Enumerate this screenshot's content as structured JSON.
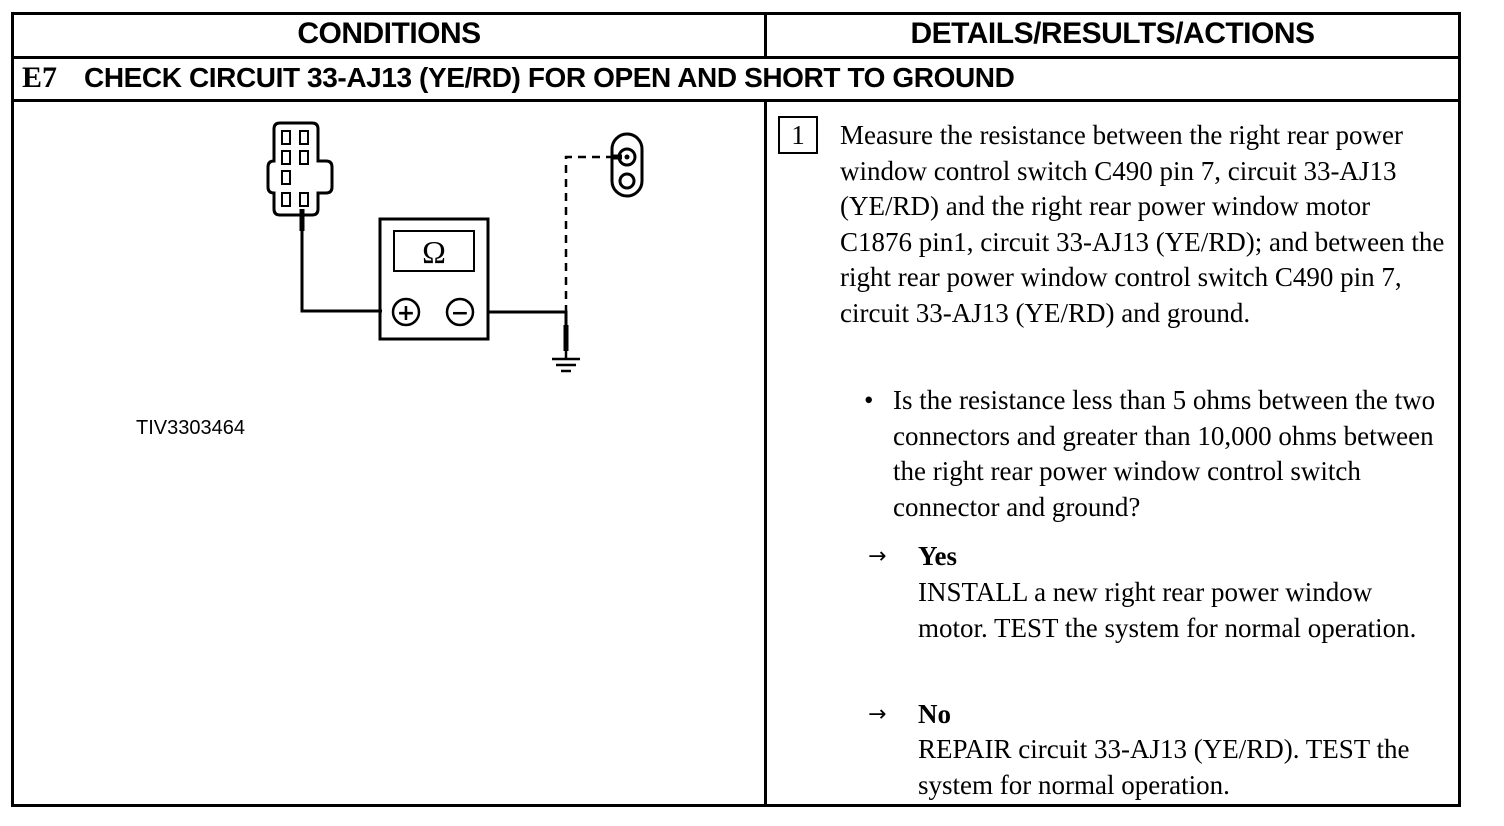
{
  "table": {
    "col_left_header": "CONDITIONS",
    "col_right_header": "DETAILS/RESULTS/ACTIONS",
    "step_id": "E7",
    "step_title": "CHECK CIRCUIT 33-AJ13 (YE/RD) FOR OPEN AND SHORT TO GROUND"
  },
  "diagram": {
    "figure_id": "TIV3303464",
    "meter_symbol": "Ω",
    "plus_symbol": "+",
    "minus_symbol": "−"
  },
  "procedure": {
    "step_number": "1",
    "instruction": "Measure the resistance between the right rear power window control switch C490 pin 7, circuit 33-AJ13 (YE/RD) and the right rear power window motor C1876 pin1, circuit 33-AJ13 (YE/RD); and between the right rear power window control switch C490 pin 7, circuit 33-AJ13 (YE/RD) and ground.",
    "bullet_symbol": "•",
    "question": "Is the resistance less than 5 ohms between the two connectors and greater than 10,000 ohms between the right rear power window control switch connector and ground?",
    "arrow_symbol": "→",
    "yes_label": "Yes",
    "yes_action": "INSTALL a new right rear power window motor. TEST the system for normal operation.",
    "no_label": "No",
    "no_action": "REPAIR circuit 33-AJ13 (YE/RD). TEST the system for normal operation."
  }
}
